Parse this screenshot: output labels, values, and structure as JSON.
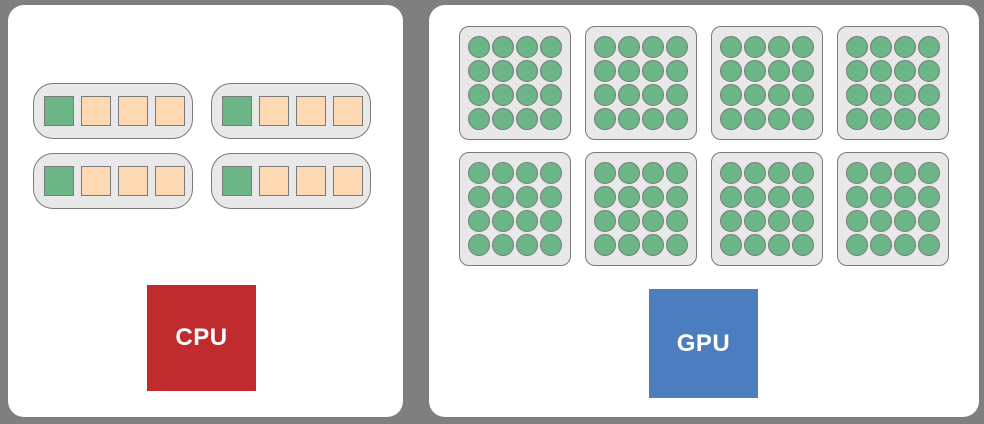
{
  "diagram": {
    "type": "cpu-vs-gpu-architecture-comparison"
  },
  "colors": {
    "background": "#7f7f7f",
    "panel": "#ffffff",
    "unit_fill": "#e8e8e8",
    "unit_border": "#7a7a7a",
    "green": "#6cb586",
    "peach": "#fcd9b2",
    "cpu_red": "#c02b2d",
    "gpu_blue": "#4b7dc0",
    "label_text": "#ffffff"
  },
  "cpu": {
    "label": "CPU",
    "core_groups": 4,
    "cells_per_group": 4,
    "control_cells_per_group": 1,
    "alu_cells_per_group": 3
  },
  "gpu": {
    "label": "GPU",
    "core_grids": 8,
    "grid_rows": 4,
    "grid_cols": 4,
    "cores_per_grid": 16
  }
}
